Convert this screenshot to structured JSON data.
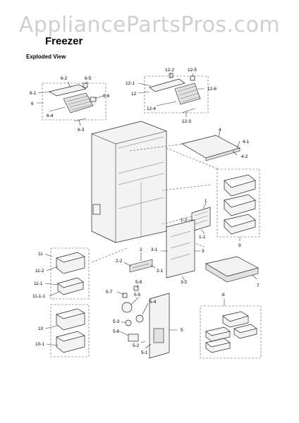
{
  "watermark": "AppliancePartsPros.com",
  "title": "Freezer",
  "subtitle": "Exploded View",
  "labels": {
    "l6_2": "6-2",
    "l6_5": "6-5",
    "l6_1": "6-1",
    "l6": "6",
    "l6_6": "6-6",
    "l6_4": "6-4",
    "l6_3": "6-3",
    "l12_2": "12-2",
    "l12_5": "12-5",
    "l12_1": "12-1",
    "l12": "12",
    "l12_6": "12-6",
    "l12_4": "12-4",
    "l12_3": "12-3",
    "l4": "4",
    "l4_1": "4-1",
    "l4_2": "4-2",
    "l1": "1",
    "l1_2": "1-2",
    "l1_1": "1-1",
    "l9": "9",
    "l2": "2",
    "l2_2": "2-2",
    "l2_1": "2-1",
    "l3": "3",
    "l3_1": "3-1",
    "l3_2": "3-2",
    "l7": "7",
    "l11": "11",
    "l11_2": "11-2",
    "l11_1": "11-1",
    "l11_1_1": "11-1-1",
    "l10": "10",
    "l10_1": "10-1",
    "l5_8": "5-8",
    "l5_7": "5-7",
    "l5_5": "5-5",
    "l5_4": "5-4",
    "l5_3": "5-3",
    "l5_6": "5-6",
    "l5_2": "5-2",
    "l5_1": "5-1",
    "l5": "5",
    "l8": "8"
  }
}
